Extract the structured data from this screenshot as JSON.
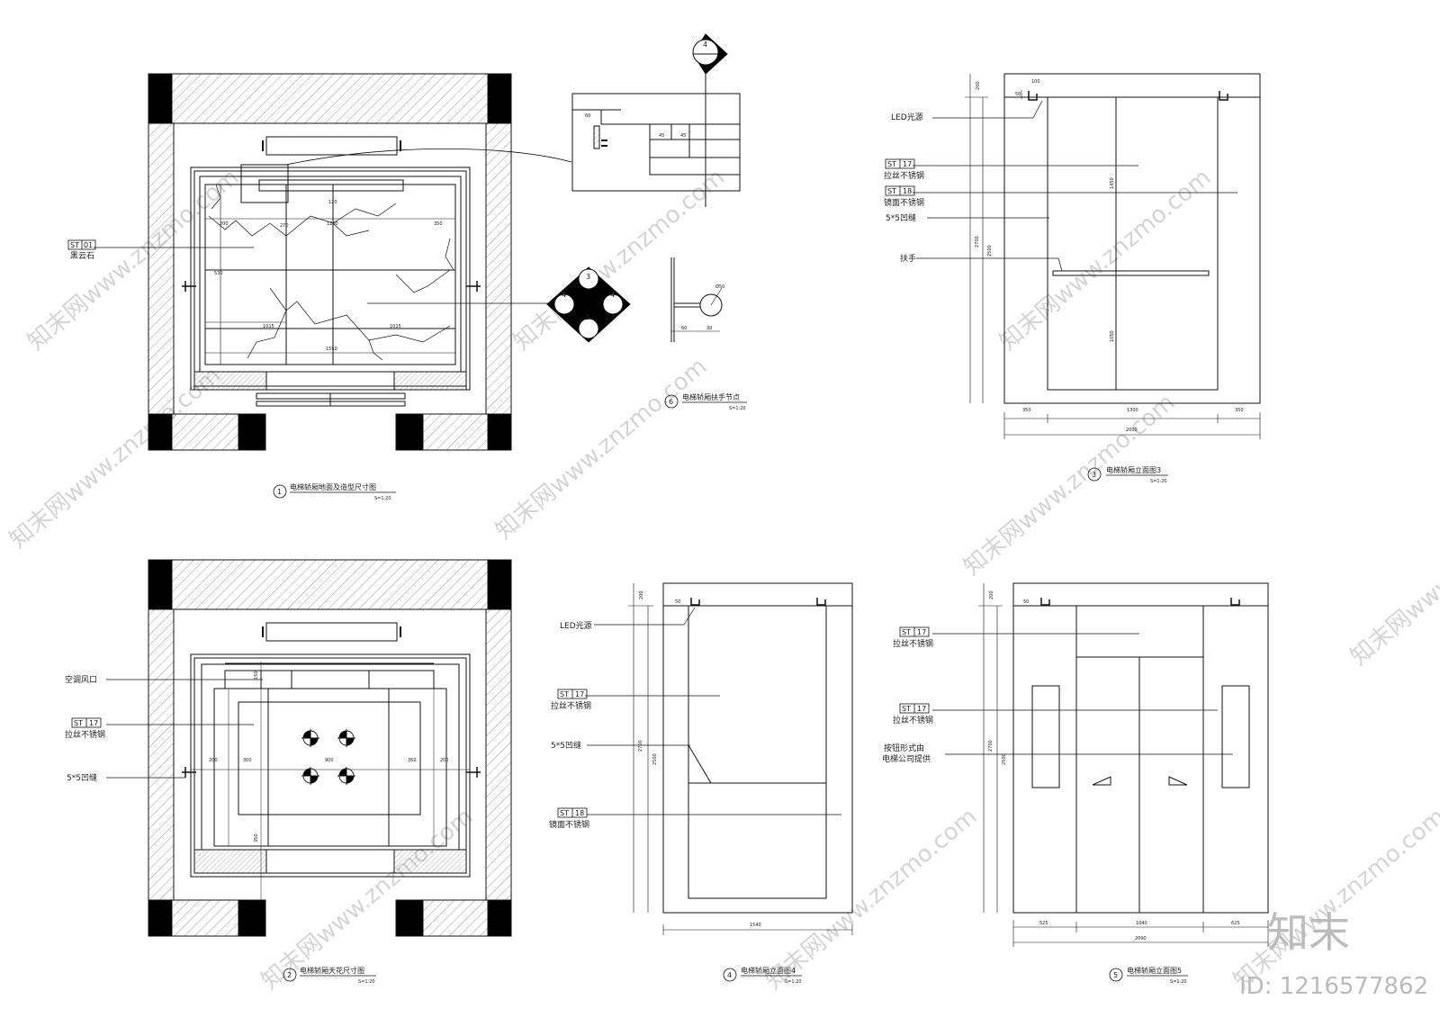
{
  "drawings": {
    "d1": {
      "num": "1",
      "title": "电梯轿厢地面及造型尺寸图",
      "scale": "S=1:20"
    },
    "d2": {
      "num": "2",
      "title": "电梯轿厢天花尺寸图",
      "scale": "S=1:20"
    },
    "d3": {
      "num": "3",
      "title": "电梯轿厢立面图3",
      "scale": "S=1:20"
    },
    "d4": {
      "num": "4",
      "title": "电梯轿厢立面图4",
      "scale": "S=1:20"
    },
    "d5": {
      "num": "5",
      "title": "电梯轿厢立面图5",
      "scale": "S=1:20"
    },
    "d6": {
      "num": "6",
      "title": "电梯轿厢扶手节点",
      "scale": "S=1:20"
    }
  },
  "labels": {
    "st01_code": "ST",
    "st01_num": "01",
    "st01_name": "黑云石",
    "st17_code": "ST",
    "st17_num": "17",
    "st17_name": "拉丝不锈钢",
    "st18_code": "ST",
    "st18_num": "18",
    "st18_name": "镜面不锈钢",
    "led": "LED光源",
    "groove": "5*5凹缝",
    "handrail": "扶手",
    "ac_vent": "空调风口",
    "button_line1": "按钮形式由",
    "button_line2": "电梯公司提供"
  },
  "symbol": {
    "top": "4",
    "left": "4",
    "up": "3",
    "right": "4",
    "down": "5"
  },
  "dims": {
    "d1_top": "120",
    "d1_a": "200",
    "d1_b": "1200",
    "d1_c": "350",
    "d1_mid": "270",
    "d1_side": "530",
    "d1_bottom": "1015",
    "d1_bl": "1015",
    "d1_total": "1550",
    "d2_a": "200",
    "d2_b": "300",
    "d2_c": "900",
    "d2_d": "350",
    "d2_e": "200",
    "d2_f": "150",
    "d2_g": "350",
    "d3_a": "350",
    "d3_b": "1300",
    "d3_c": "350",
    "d3_total": "2000",
    "d3_h1": "200",
    "d3_h2": "2500",
    "d3_h3": "2700",
    "d3_v1": "1450",
    "d3_v2": "1050",
    "d3_led": "100",
    "d3_led2": "50",
    "d4_total": "1540",
    "d4_h1": "200",
    "d4_h2": "2500",
    "d4_h3": "2700",
    "d4_led": "50",
    "d5_a": "525",
    "d5_b": "1040",
    "d5_c": "625",
    "d5_total": "2090",
    "d5_h1": "200",
    "d5_h2": "2500",
    "d5_h3": "2700",
    "d5_led": "50",
    "d6_a": "60",
    "d6_b": "30",
    "d6_r": "Ø50",
    "d4_detail_a": "60",
    "d4_detail_b": "45",
    "d4_detail_c": "45"
  },
  "watermark": {
    "text": "知末网www.znzmo.com",
    "brand": "知末",
    "id": "ID: 1216577862"
  }
}
